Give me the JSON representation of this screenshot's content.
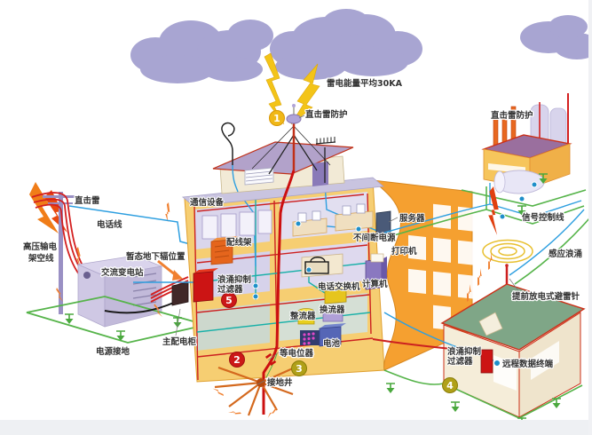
{
  "labels": {
    "lightning_energy": "雷电能量平均30KA",
    "direct_protection_roof": "直击雷防护",
    "direct_protection_factory": "直击雷防护",
    "direct_strike": "直击雷",
    "telephone_line": "电话线",
    "hv_overhead_1": "高压输电",
    "hv_overhead_2": "架空线",
    "ac_substation": "交流变电站",
    "transient_underground": "暂态地下辐位置",
    "main_distribution_cabinet": "主配电柜",
    "power_ground": "电源接地",
    "grounding_well": "接地井",
    "equipotential": "等电位器",
    "comm_equipment": "通信设备",
    "distribution_frame": "配线架",
    "surge_filter_left_1": "浪涌抑制",
    "surge_filter_left_2": "过滤器",
    "server": "服务器",
    "ups": "不间断电源",
    "printer": "打印机",
    "telephone_switch": "电话交换机",
    "computer": "计算机",
    "converter": "换流器",
    "rectifier": "整流器",
    "battery": "电池",
    "signal_control_line": "信号控制线",
    "induced_surge": "感应浪涌",
    "ese_lightning_rod": "提前放电式避雷针",
    "surge_filter_right_1": "浪涌抑制",
    "surge_filter_right_2": "过滤器",
    "remote_data_terminal": "远程数据终端"
  },
  "markers": {
    "m1": "1",
    "m2": "2",
    "m3": "3",
    "m4": "4",
    "m5": "5"
  },
  "colors": {
    "cloud": "#a8a5d2",
    "bolt_yellow": "#f3c418",
    "bolt_orange": "#f07d18",
    "bolt_red": "#e8480e",
    "ground_line_green": "#56b44a",
    "signal_line_blue": "#2e9fe0",
    "power_line_red": "#d42020",
    "internal_line_teal": "#18b0a8",
    "building_facade": "#f5a030",
    "building_frame": "#f6ce72",
    "room_interior": "#dad6ec",
    "surge_filter_box": "#cc1414",
    "marker_red": "#cc1818",
    "marker_yellow": "#f0b818",
    "marker_olive": "#b0a018",
    "house_roof_green": "#7fa687",
    "factory_roof_purple": "#9a6f9e",
    "footer_strip": "#eef0f3"
  }
}
